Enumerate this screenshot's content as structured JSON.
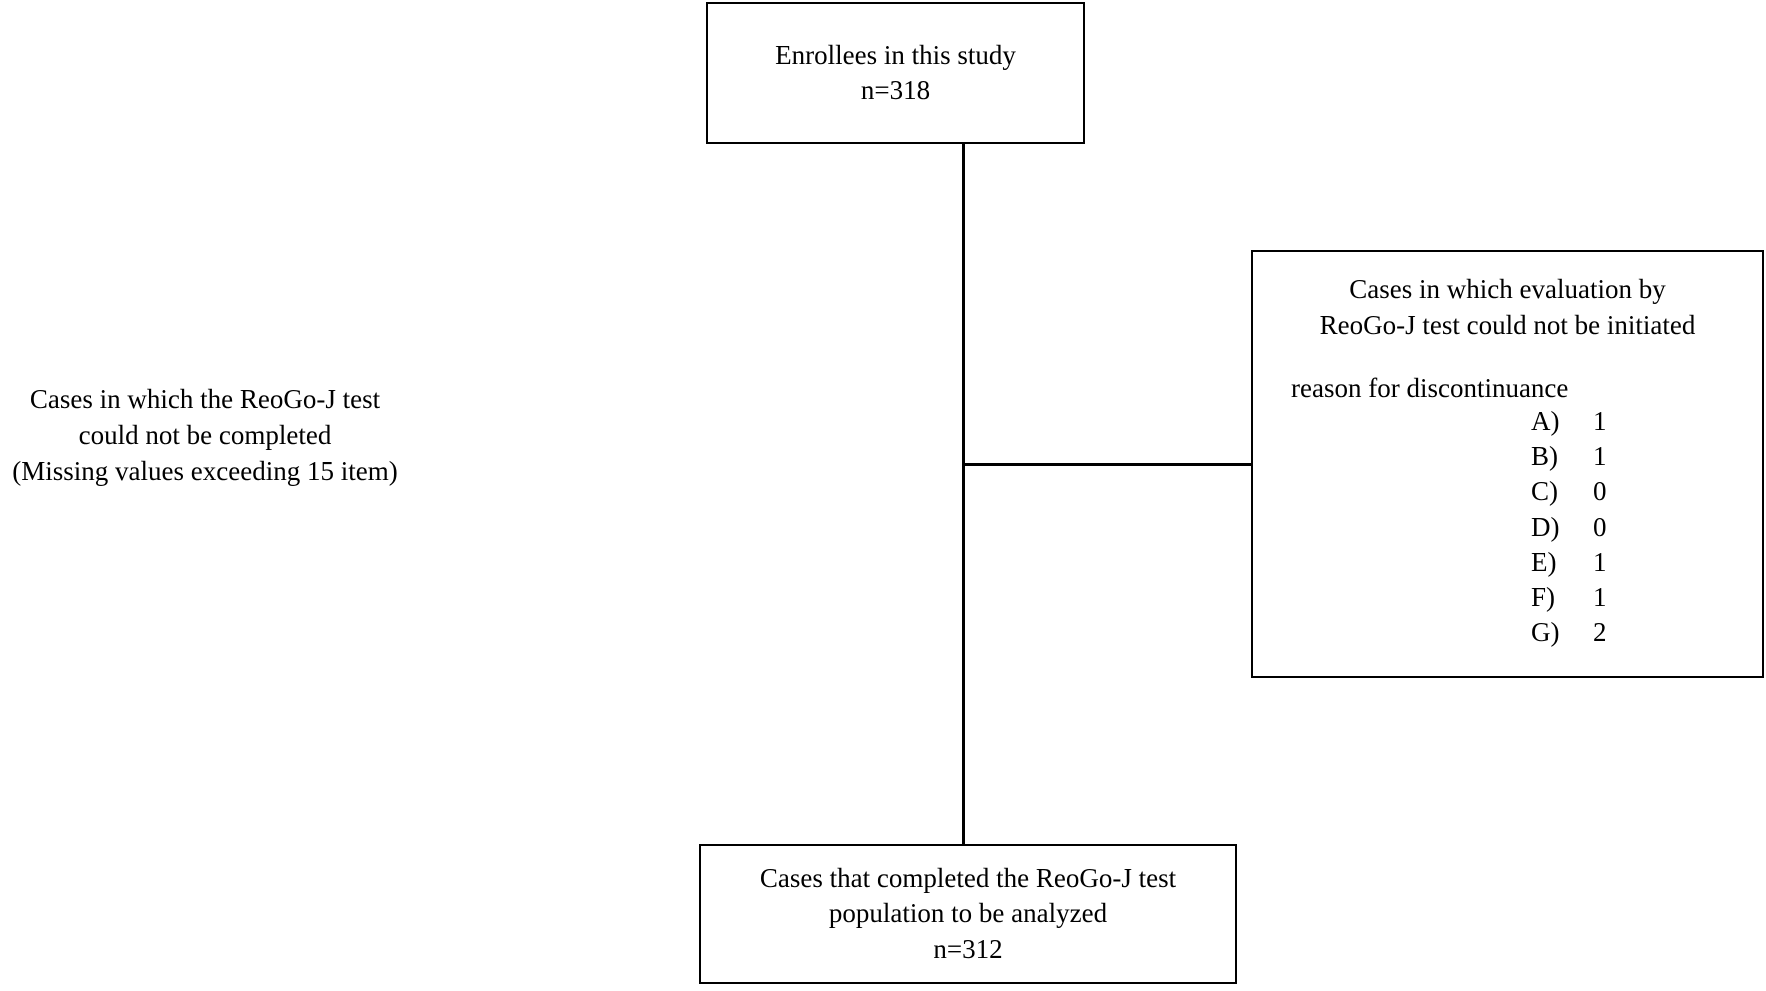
{
  "diagram": {
    "type": "flowchart",
    "title": "Study participant flow (CONSORT-style)",
    "nodes": {
      "enrollees": {
        "lines": [
          "Enrollees in this study",
          "n=318"
        ]
      },
      "not_initiated": {
        "heading_lines": [
          "Cases in which evaluation by",
          "ReoGo-J test could not be initiated"
        ],
        "reason_label": "reason for discontinuance",
        "reasons": [
          {
            "code": "A)",
            "count": "1"
          },
          {
            "code": "B)",
            "count": "1"
          },
          {
            "code": "C)",
            "count": "0"
          },
          {
            "code": "D)",
            "count": "0"
          },
          {
            "code": "E)",
            "count": "1"
          },
          {
            "code": "F)",
            "count": "1"
          },
          {
            "code": "G)",
            "count": "2"
          }
        ]
      },
      "not_completed_note": {
        "lines": [
          "Cases in which the ReoGo-J test",
          "could not be completed",
          "(Missing values exceeding 15 item)"
        ]
      },
      "analyzed": {
        "lines": [
          "Cases that completed the ReoGo-J test",
          "population to be analyzed",
          "n=312"
        ]
      }
    },
    "colors": {
      "stroke": "#000000",
      "background": "#ffffff",
      "text": "#000000"
    }
  }
}
